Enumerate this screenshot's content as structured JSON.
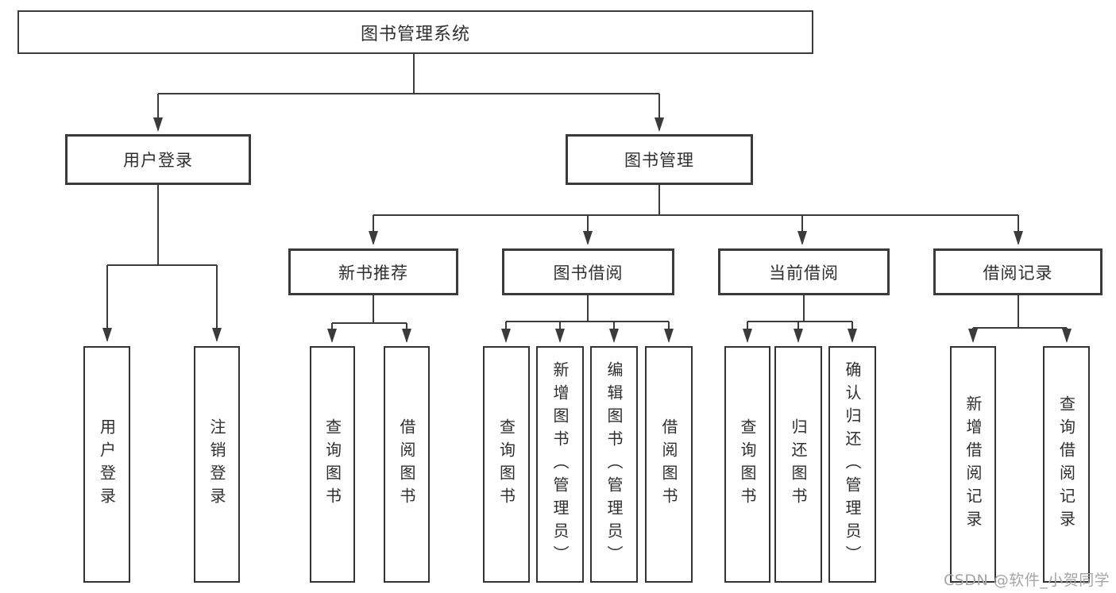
{
  "diagram": {
    "root": "图书管理系统",
    "level2": {
      "user_login": "用户登录",
      "book_mgmt": "图书管理"
    },
    "level3": {
      "new_books": "新书推荐",
      "borrowing": "图书借阅",
      "current": "当前借阅",
      "records": "借阅记录"
    },
    "leaves": {
      "login": "用户登录",
      "logout": "注销登录",
      "nb_query_book": "查询图书",
      "nb_borrow_book": "借阅图书",
      "bw_query_book": "查询图书",
      "bw_add_book": "新增图书（管理员）",
      "bw_edit_book": "编辑图书（管理员）",
      "bw_borrow_book": "借阅图书",
      "cu_query_book": "查询图书",
      "cu_return_book": "归还图书",
      "cu_confirm_return": "确认归还（管理员）",
      "rc_add_record": "新增借阅记录",
      "rc_query_record": "查询借阅记录"
    },
    "watermark": "CSDN @软件_小贺同学",
    "colors": {
      "line": "#3b3b3b",
      "text": "#2f2f2f",
      "watermark": "#a6a6a6",
      "background": "#ffffff"
    }
  }
}
